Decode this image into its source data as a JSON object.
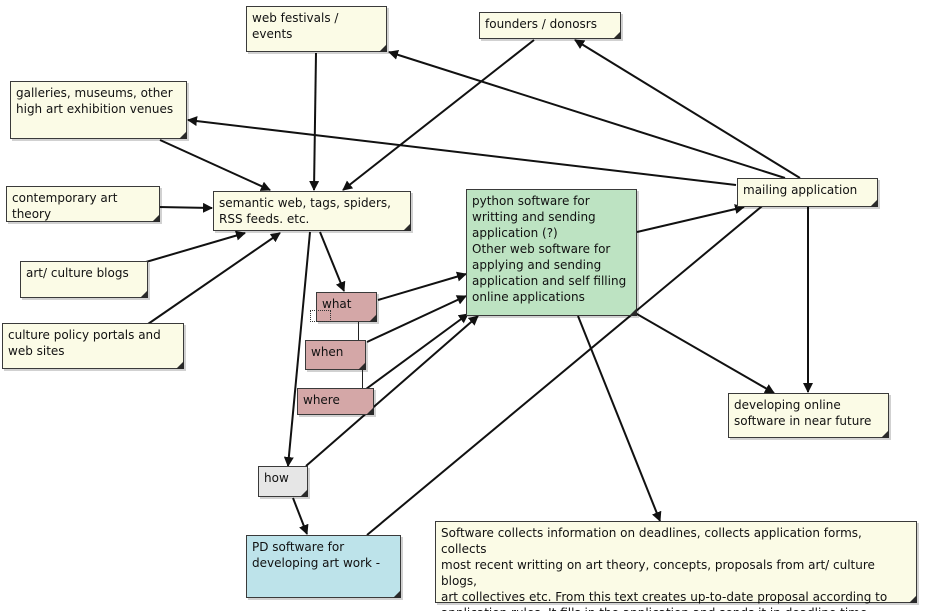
{
  "nodes": {
    "web_festivals": "web festivals / events",
    "founders": "founders / donosrs",
    "galleries": "galleries, museums, other\nhigh art exhibition venues",
    "theory": "contemporary art theory",
    "semantic": "semantic web, tags, spiders,\nRSS feeds. etc.",
    "blogs": "art/ culture blogs",
    "portals": "culture policy portals and\nweb sites",
    "python": "python software for\nwritting and sending\napplication (?)\nOther web software for\napplying and sending\napplication and self filling\nonline applications",
    "mailing": "mailing application",
    "what": "what",
    "when": "when",
    "where": "where",
    "how": "how",
    "developing": "developing online\nsoftware in near future",
    "pd": "PD software for\ndeveloping art work -",
    "collects": "Software collects information on deadlines, collects application forms, collects\nmost recent writting on art theory, concepts, proposals from art/ culture blogs,\nart collectives etc. From this text creates up-to-date proposal according to\napplication rules. It fills in the application and sends it in deadline time."
  },
  "colors": {
    "cream": "#fbfbe6",
    "green": "#bde3c2",
    "pink": "#d4a7a7",
    "gray": "#e6e6e6",
    "blue": "#bde3ea",
    "edge": "#111111"
  }
}
